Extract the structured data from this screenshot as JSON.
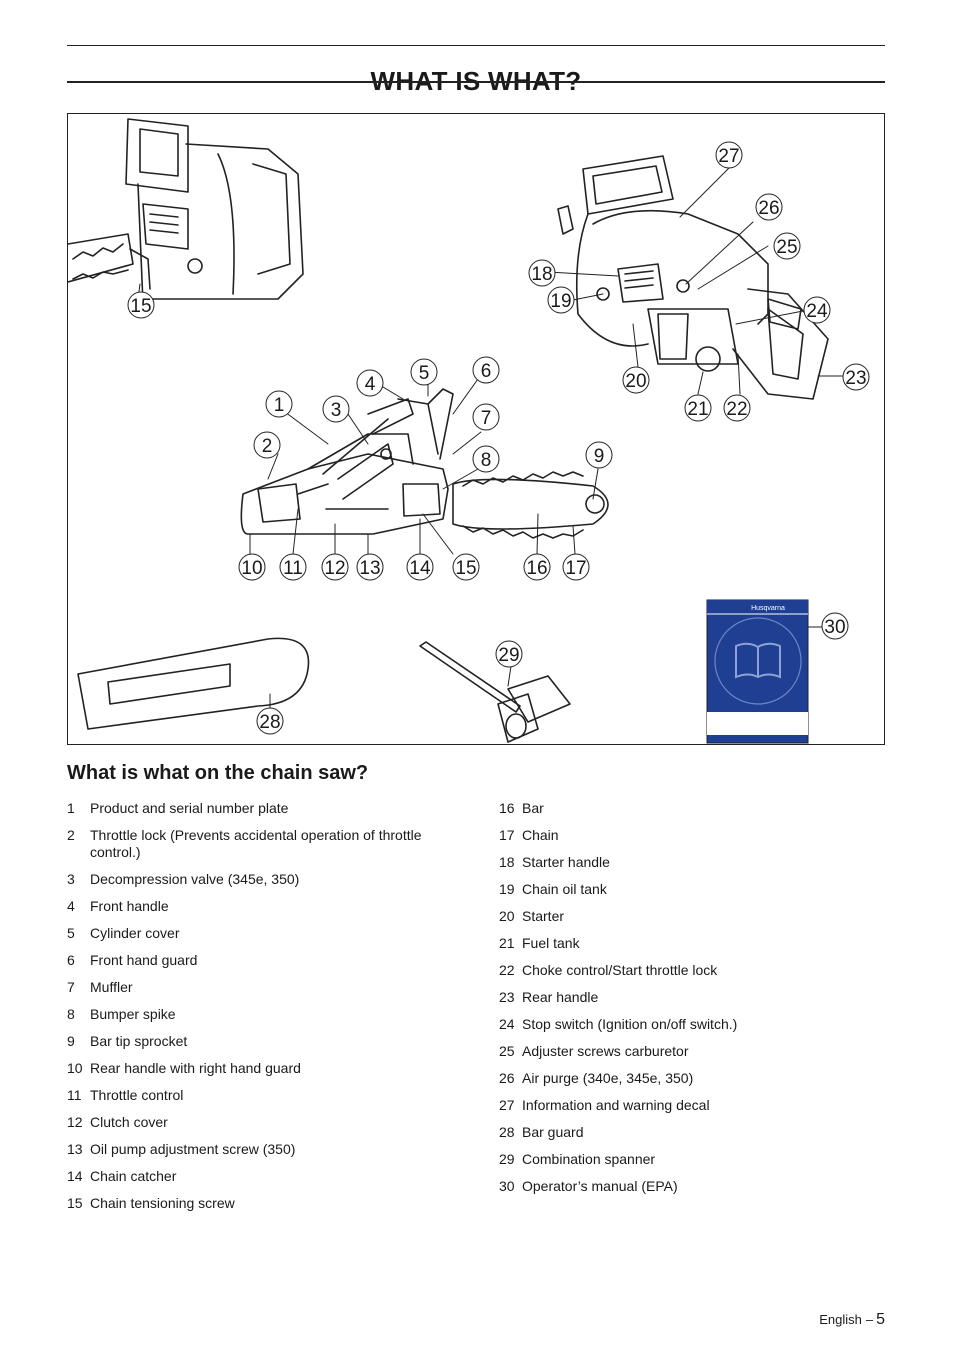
{
  "header": {
    "title": "WHAT IS WHAT?"
  },
  "figure": {
    "manual_brand": "Husqvarna",
    "callouts": [
      "1",
      "2",
      "3",
      "4",
      "5",
      "6",
      "7",
      "8",
      "9",
      "10",
      "11",
      "12",
      "13",
      "14",
      "15",
      "16",
      "17",
      "18",
      "19",
      "20",
      "21",
      "22",
      "23",
      "24",
      "25",
      "26",
      "27",
      "28",
      "29",
      "30"
    ],
    "callout_15_top": "15"
  },
  "section": {
    "heading": "What is what on the chain saw?"
  },
  "parts_left": [
    {
      "num": "1",
      "label": "Product and serial number plate"
    },
    {
      "num": "2",
      "label": "Throttle lock (Prevents accidental operation of throttle control.)"
    },
    {
      "num": "3",
      "label": "Decompression valve (345e, 350)"
    },
    {
      "num": "4",
      "label": "Front handle"
    },
    {
      "num": "5",
      "label": "Cylinder cover"
    },
    {
      "num": "6",
      "label": "Front hand guard"
    },
    {
      "num": "7",
      "label": "Muffler"
    },
    {
      "num": "8",
      "label": "Bumper spike"
    },
    {
      "num": "9",
      "label": "Bar tip sprocket"
    },
    {
      "num": "10",
      "label": "Rear handle with right hand guard"
    },
    {
      "num": "11",
      "label": "Throttle control"
    },
    {
      "num": "12",
      "label": "Clutch cover"
    },
    {
      "num": "13",
      "label": "Oil pump adjustment screw (350)"
    },
    {
      "num": "14",
      "label": "Chain catcher"
    },
    {
      "num": "15",
      "label": "Chain tensioning screw"
    }
  ],
  "parts_right": [
    {
      "num": "16",
      "label": "Bar"
    },
    {
      "num": "17",
      "label": "Chain"
    },
    {
      "num": "18",
      "label": "Starter handle"
    },
    {
      "num": "19",
      "label": "Chain oil tank"
    },
    {
      "num": "20",
      "label": "Starter"
    },
    {
      "num": "21",
      "label": "Fuel tank"
    },
    {
      "num": "22",
      "label": "Choke control/Start throttle lock"
    },
    {
      "num": "23",
      "label": "Rear handle"
    },
    {
      "num": "24",
      "label": "Stop switch (Ignition on/off switch.)"
    },
    {
      "num": "25",
      "label": "Adjuster screws carburetor"
    },
    {
      "num": "26",
      "label": "Air purge (340e, 345e, 350)"
    },
    {
      "num": "27",
      "label": "Information and warning decal"
    },
    {
      "num": "28",
      "label": "Bar guard"
    },
    {
      "num": "29",
      "label": "Combination spanner"
    },
    {
      "num": "30",
      "label": "Operator’s manual (EPA)"
    }
  ],
  "footer": {
    "language": "English",
    "page": "5"
  },
  "colors": {
    "manual_cover": "#1f3f93",
    "text": "#1a1a1a",
    "line": "#222222"
  }
}
